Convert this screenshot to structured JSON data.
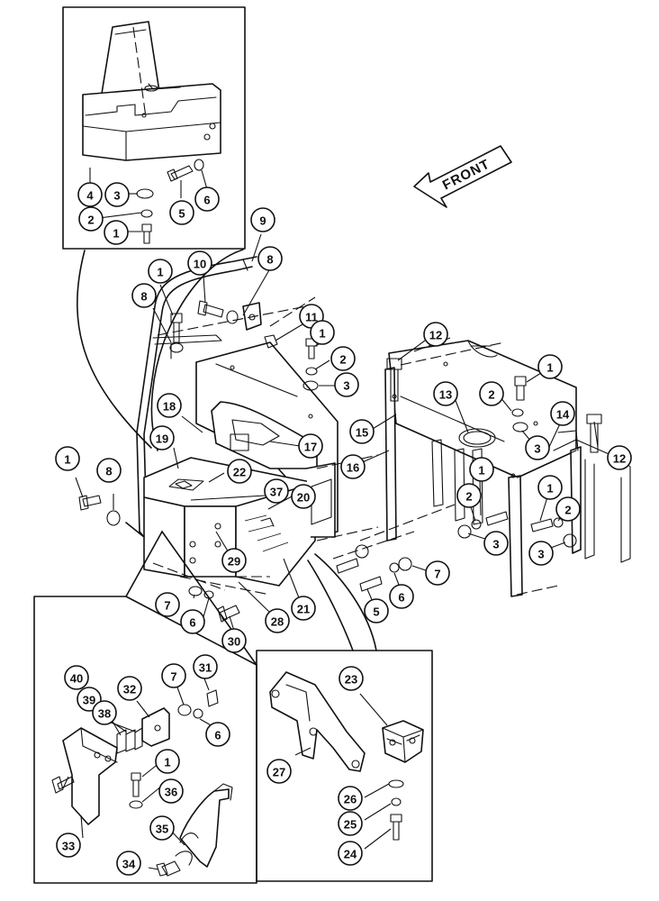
{
  "front_label": "FRONT",
  "callouts": [
    "1",
    "2",
    "3",
    "4",
    "5",
    "6",
    "7",
    "8",
    "9",
    "10",
    "11",
    "12",
    "13",
    "14",
    "15",
    "16",
    "17",
    "18",
    "19",
    "20",
    "21",
    "22",
    "23",
    "24",
    "25",
    "26",
    "27",
    "28",
    "29",
    "30",
    "31",
    "32",
    "33",
    "34",
    "35",
    "36",
    "37",
    "38",
    "39",
    "40"
  ]
}
